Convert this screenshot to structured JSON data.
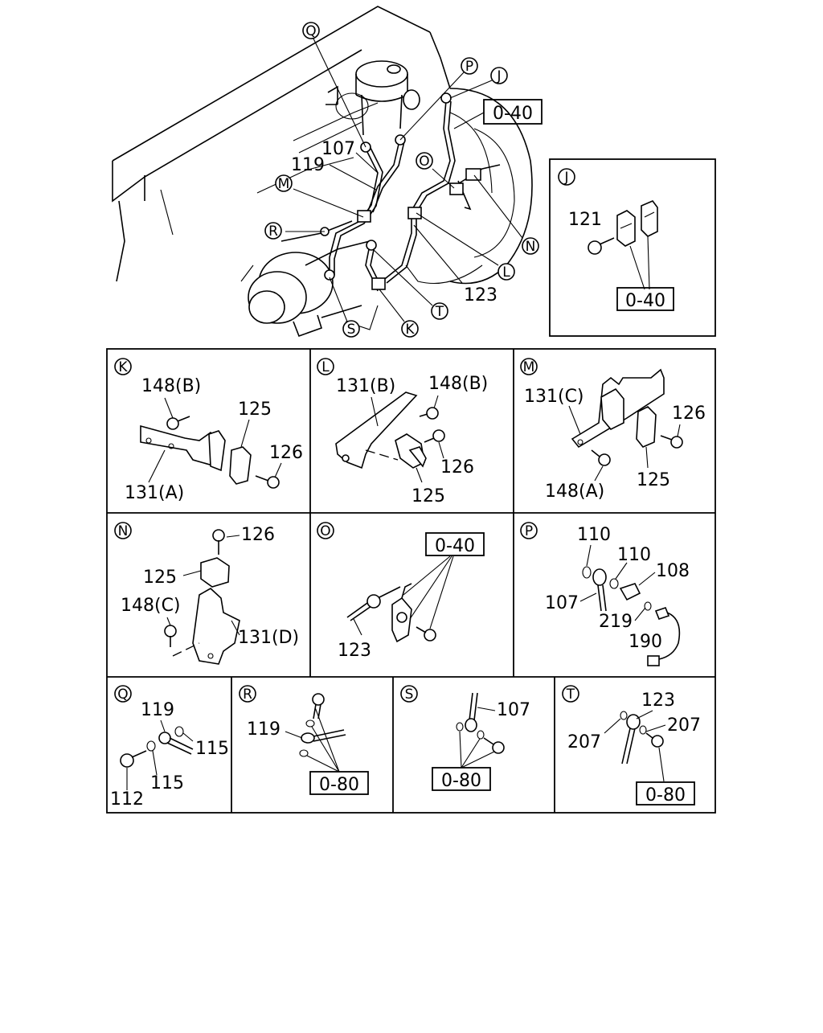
{
  "main": {
    "overview_labels": [
      "107",
      "119",
      "123"
    ],
    "overview_callouts": [
      "Q",
      "P",
      "J",
      "O",
      "M",
      "R",
      "N",
      "L",
      "T",
      "S",
      "K"
    ],
    "overview_ref": "0-40"
  },
  "detail_panels": [
    {
      "id": "J",
      "labels": [
        "121"
      ],
      "ref": "0-40"
    },
    {
      "id": "K",
      "labels": [
        "148(B)",
        "125",
        "126",
        "131(A)"
      ]
    },
    {
      "id": "L",
      "labels": [
        "131(B)",
        "148(B)",
        "126",
        "125"
      ]
    },
    {
      "id": "M",
      "labels": [
        "131(C)",
        "126",
        "125",
        "148(A)"
      ]
    },
    {
      "id": "N",
      "labels": [
        "126",
        "125",
        "148(C)",
        "131(D)"
      ]
    },
    {
      "id": "O",
      "labels": [
        "123"
      ],
      "ref": "0-40"
    },
    {
      "id": "P",
      "labels": [
        "110",
        "110",
        "108",
        "107",
        "219",
        "190"
      ]
    },
    {
      "id": "Q",
      "labels": [
        "119",
        "115",
        "115",
        "112"
      ]
    },
    {
      "id": "R",
      "labels": [
        "119"
      ],
      "ref": "0-80"
    },
    {
      "id": "S",
      "labels": [
        "107"
      ],
      "ref": "0-80"
    },
    {
      "id": "T",
      "labels": [
        "123",
        "207",
        "207"
      ],
      "ref": "0-80"
    }
  ]
}
